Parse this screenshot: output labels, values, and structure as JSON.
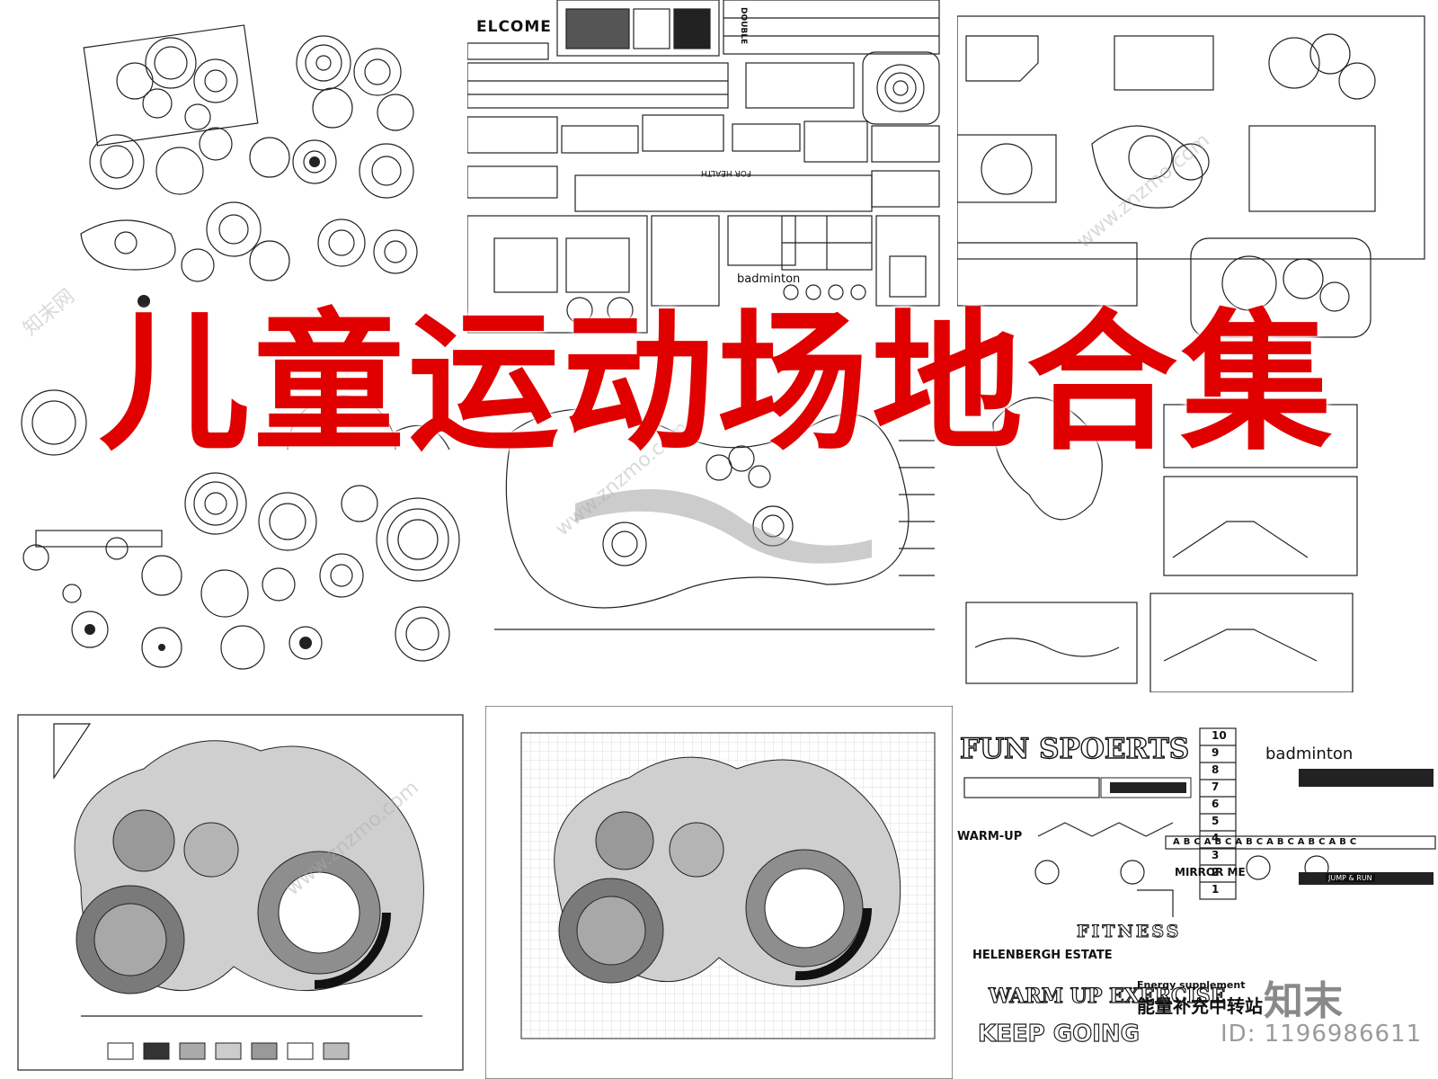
{
  "title": "儿童运动场地合集",
  "labels": {
    "welcome": "ELCOME",
    "double": "DOUBLE",
    "badminton_top": "badminton",
    "for_health": "FOR HEALTH",
    "fun_sports": "FUN SPOERTS",
    "badminton_bottom": "badminton",
    "warm_up": "WARM-UP",
    "mirror_me": "MIRROR ME",
    "jump_run": "JUMP & RUN",
    "fitness": "FITNESS",
    "helenbergh": "HELENBERGH   ESTATE",
    "warm_up_exercise": "WARM UP EXERCISE",
    "energy_supplement": "Energy supplement",
    "energy_cn": "能量补充中转站",
    "keep_going": "KEEP GOING"
  },
  "hopscotch_numbers": [
    "10",
    "9",
    "8",
    "7",
    "6",
    "5",
    "4",
    "3",
    "2",
    "1"
  ],
  "abc_strip": "ABCABCABCABCABCABC",
  "watermark": {
    "logo": "知末",
    "id": "ID: 1196986611",
    "site": "www.znzmo.com",
    "site_cn": "知末网"
  },
  "colors": {
    "title_red": "#e00000",
    "line": "#222222",
    "gray_fill": "#9a9a9a",
    "light_fill": "#d0d0d0"
  }
}
